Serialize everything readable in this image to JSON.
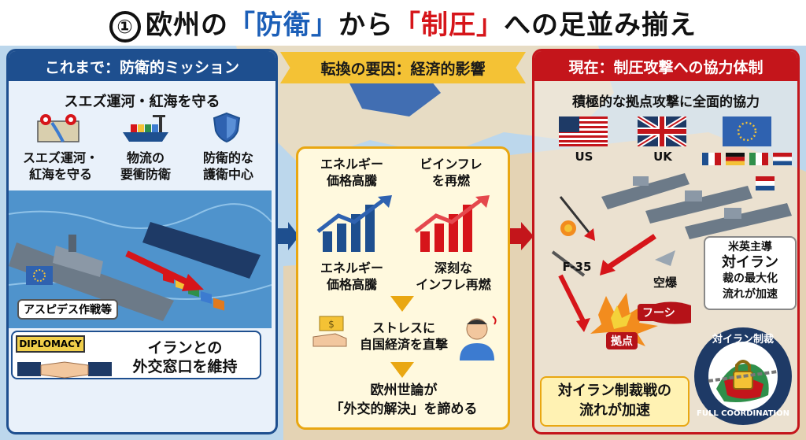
{
  "title": {
    "number": "①",
    "part1": "欧州の",
    "highlight1": "「防衛」",
    "part2": "から",
    "highlight2": "「制圧」",
    "part3": "への足並み揃え"
  },
  "left_panel": {
    "header": "これまで：防衛的ミッション",
    "subtitle": "スエズ運河・紅海を守る",
    "items": [
      {
        "icon": "map-pin-icon",
        "line1": "スエズ運河・",
        "line2": "紅海を守る"
      },
      {
        "icon": "cargo-ship-icon",
        "line1": "物流の",
        "line2": "要衝防衛"
      },
      {
        "icon": "shield-icon",
        "line1": "防衛的な",
        "line2": "護衛中心"
      }
    ],
    "operation_label": "アスピデス作戦等",
    "diplomacy_sign": "DIPLOMACY",
    "diplomacy_line1": "イランとの",
    "diplomacy_line2": "外交窓口を維持"
  },
  "middle_panel": {
    "header": "転換の要因：経済的影響",
    "chart_left_top1": "エネルギー",
    "chart_left_top2": "価格高騰",
    "chart_right_top1": "ビインフレ",
    "chart_right_top2": "を再燃",
    "chart_left_bottom1": "エネルギー",
    "chart_left_bottom2": "価格高騰",
    "chart_right_bottom1": "深刻な",
    "chart_right_bottom2": "インフレ再燃",
    "stress_line1": "ストレスに",
    "stress_line2": "自国経済を直撃",
    "opinion_line1": "欧州世論が",
    "opinion_line2": "「外交的解決」を諦める"
  },
  "right_panel": {
    "header": "現在：制圧攻撃への協力体制",
    "subtitle": "積極的な拠点攻撃に全面的協力",
    "flag_us": "US",
    "flag_uk": "UK",
    "label_f35": "F-35",
    "label_airstrike": "空爆",
    "label_houthi": "フーシ",
    "label_base": "拠点",
    "callout_line1": "米英主導",
    "callout_line2": "対イラン",
    "callout_line3": "裁の最大化",
    "callout_line4": "流れが加速",
    "final_line1": "対イラン制裁戦の",
    "final_line2": "流れが加速",
    "badge_top": "対イラン制裁",
    "badge_bottom": "FULL COORDINATION"
  },
  "colors": {
    "blue": "#1e4f8f",
    "red": "#c4151b",
    "yellow": "#f4c235"
  }
}
